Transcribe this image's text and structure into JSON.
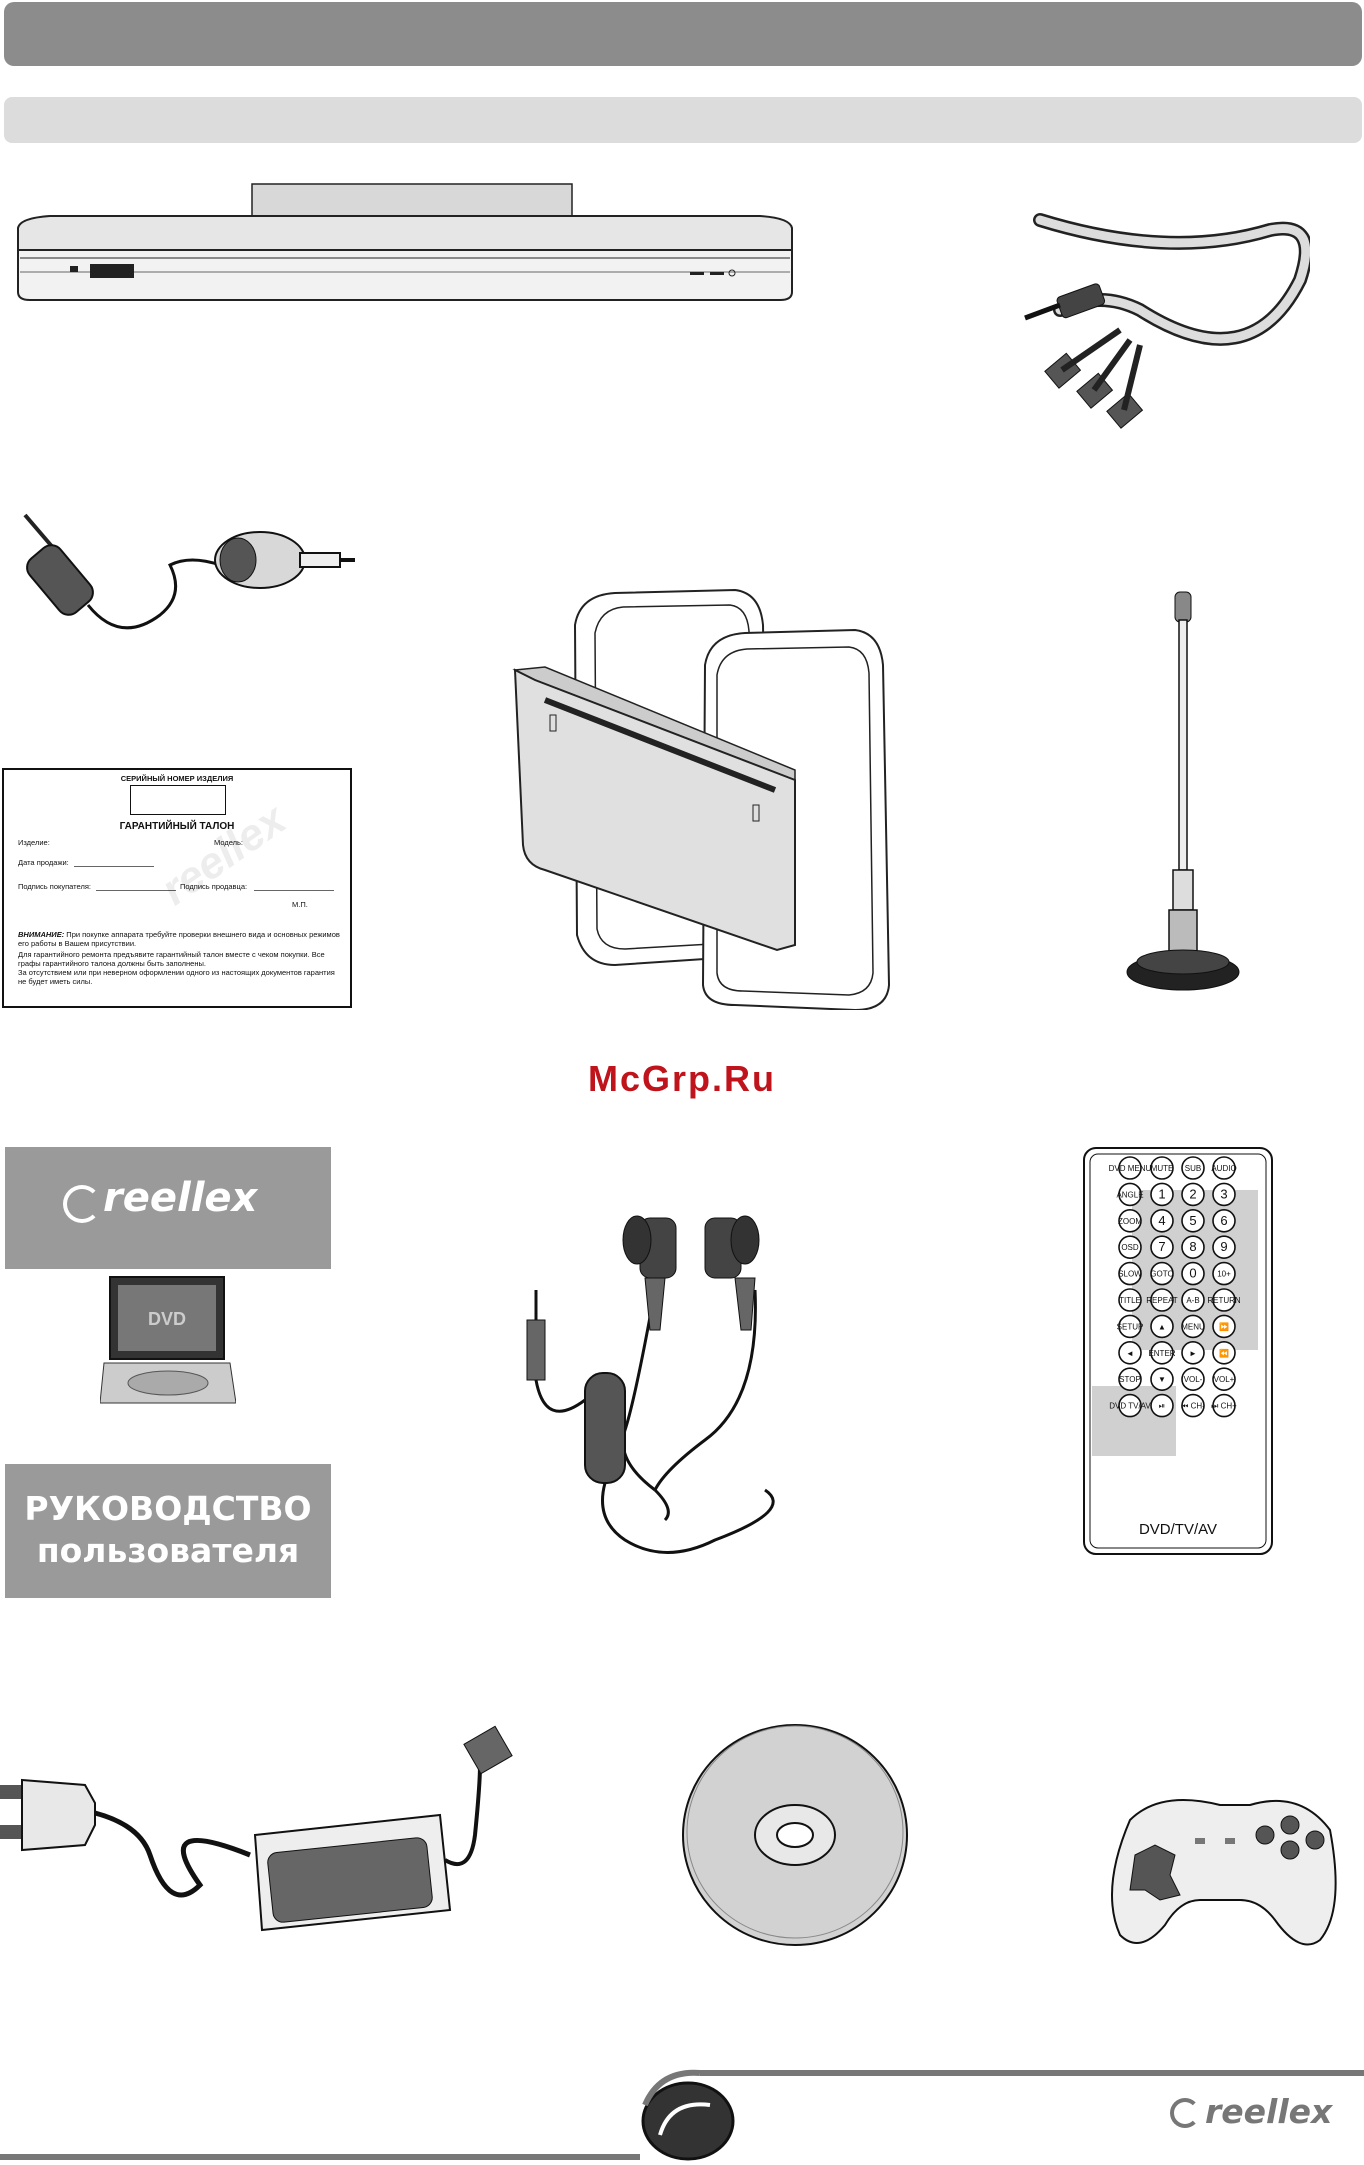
{
  "watermark": "McGrp.Ru",
  "warranty_card": {
    "serial_label": "СЕРИЙНЫЙ НОМЕР ИЗДЕЛИЯ",
    "title": "ГАРАНТИЙНЫЙ ТАЛОН",
    "product_label": "Изделие:",
    "model_label": "Модель:",
    "sale_date_label": "Дата продажи:",
    "buyer_sign_label": "Подпись покупателя:",
    "seller_sign_label": "Подпись продавца:",
    "stamp_label": "М.П.",
    "warning_bold": "ВНИМАНИЕ:",
    "warning_text": "При покупке аппарата требуйте проверки внешнего вида и основных режимов его работы в Вашем присутствии.",
    "note_1": "Для гарантийного ремонта предъявите гарантийный талон вместе с чеком покупки. Все графы гарантийного талона должны быть заполнены.",
    "note_2": "За отсутствием или при неверном оформлении одного из настоящих документов гарантия не будет иметь силы.",
    "brand_watermark": "reellex"
  },
  "manual": {
    "logo": "reellex",
    "title_line1": "РУКОВОДСТВО",
    "title_line2": "пользователя"
  },
  "remote": {
    "buttons": [
      [
        "DVD MENU",
        "MUTE",
        "SUB",
        "AUDIO"
      ],
      [
        "ANGLE",
        "1",
        "2",
        "3"
      ],
      [
        "ZOOM",
        "4",
        "5",
        "6"
      ],
      [
        "OSD",
        "7",
        "8",
        "9"
      ],
      [
        "SLOW",
        "GOTO",
        "0",
        "10+"
      ],
      [
        "TITLE",
        "REPEAT",
        "A-B",
        "RETURN"
      ],
      [
        "SETUP",
        "▲",
        "MENU",
        "⏩"
      ],
      [
        "◄",
        "ENTER",
        "►",
        "⏪"
      ],
      [
        "STOP",
        "▼",
        "VOL-",
        "VOL+"
      ],
      [
        "DVD TV/AV",
        "⏯",
        "⏮ CH-",
        "⏭ CH+"
      ]
    ],
    "label": "DVD/TV/AV"
  },
  "footer": {
    "brand": "reellex"
  },
  "icons": [
    "dvd-player-icon",
    "av-cable-icon",
    "car-adapter-icon",
    "headrest-mount-icon",
    "antenna-icon",
    "earphones-icon",
    "remote-control-icon",
    "power-adapter-icon",
    "disc-icon",
    "gamepad-icon"
  ]
}
